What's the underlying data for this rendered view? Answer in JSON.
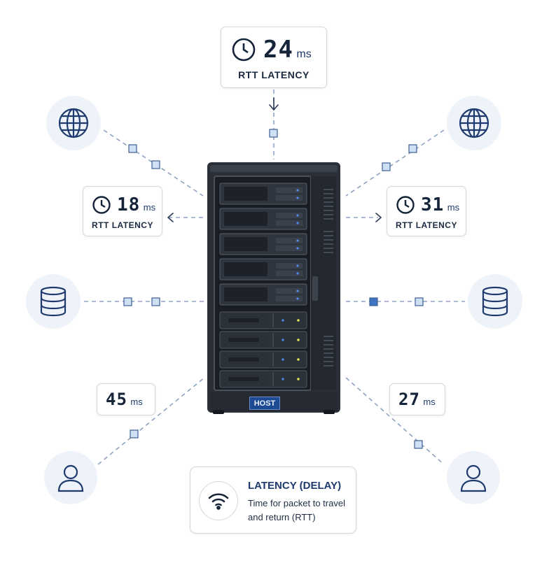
{
  "latency_cards": {
    "top": {
      "value": "24",
      "unit": "ms",
      "label": "RTT LATENCY"
    },
    "left": {
      "value": "18",
      "unit": "ms",
      "label": "RTT LATENCY"
    },
    "right": {
      "value": "31",
      "unit": "ms",
      "label": "RTT LATENCY"
    },
    "bottom_left": {
      "value": "45",
      "unit": "ms"
    },
    "bottom_right": {
      "value": "27",
      "unit": "ms"
    }
  },
  "server": {
    "label": "HOST"
  },
  "legend": {
    "title": "LATENCY (DELAY)",
    "line1": "Time for packet to travel",
    "line2": "and return (RTT)"
  },
  "nodes": {
    "top_left": "globe-icon",
    "top_right": "globe-icon",
    "mid_left": "database-icon",
    "mid_right": "database-icon",
    "bottom_left": "user-icon",
    "bottom_right": "user-icon"
  },
  "colors": {
    "navy": "#1f3a6e",
    "line": "#8fa3c0",
    "packet": "#cfe0f5",
    "packet_active": "#3f73c4",
    "node_bg": "#eef3f9",
    "rack": "#22272f"
  }
}
